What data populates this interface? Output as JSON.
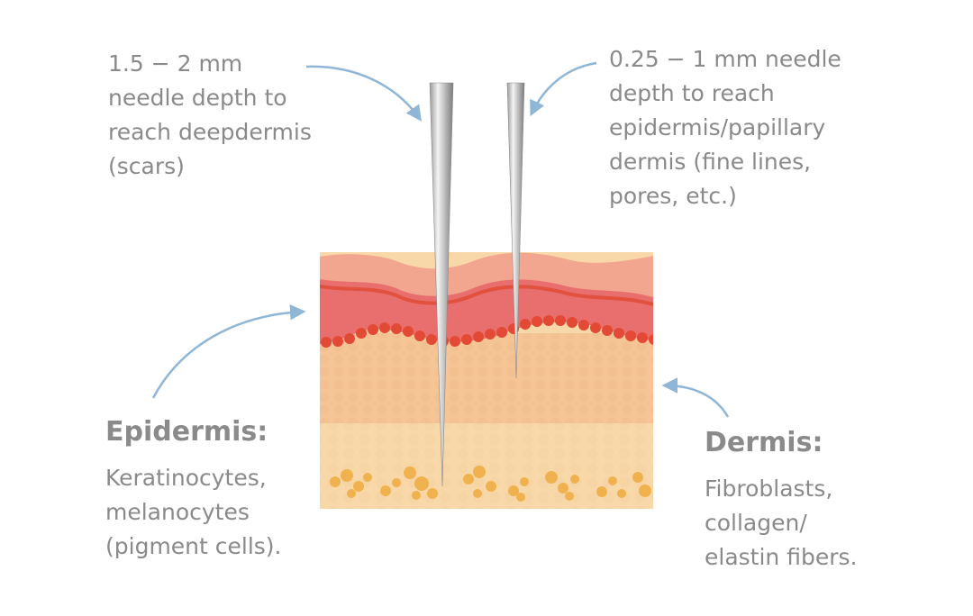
{
  "labels": {
    "deep": "1.5 − 2 mm\nneedle depth to\nreach deepdermis\n(scars)",
    "shallow": "0.25 − 1 mm needle\ndepth to reach\nepidermis/papillary\ndermis (fine lines,\npores, etc.)"
  },
  "epidermis": {
    "title": "Epidermis:",
    "desc": "Keratinocytes,\nmelanocytes\n(pigment cells)."
  },
  "dermis": {
    "title": "Dermis:",
    "desc": "Fibroblasts,\ncollagen/\nelastin fibers."
  },
  "colors": {
    "arrow": "#8fb6d6",
    "top_layer": "#f0a08c",
    "red_layer": "#e86a6a",
    "red_dots": "#e0503a",
    "dermis_upper": "#f5c89a",
    "dermis_lower": "#f8d9a8",
    "fat": "#f0b455"
  }
}
